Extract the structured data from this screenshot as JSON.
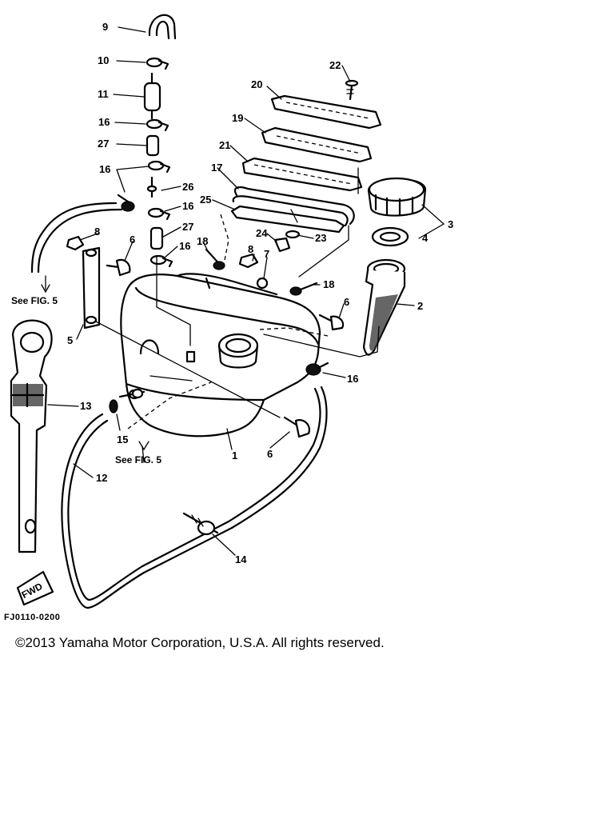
{
  "drawing_code": "FJ0110-0200",
  "copyright": "©2013 Yamaha Motor Corporation, U.S.A. All rights reserved.",
  "callouts": {
    "p1": "1",
    "p2": "2",
    "p3": "3",
    "p4": "4",
    "p5": "5",
    "p6a": "6",
    "p6b": "6",
    "p6c": "6",
    "p7": "7",
    "p8a": "8",
    "p8b": "8",
    "p9": "9",
    "p10": "10",
    "p11": "11",
    "p12": "12",
    "p13": "13",
    "p14": "14",
    "p15": "15",
    "p16a": "16",
    "p16b": "16",
    "p16c": "16",
    "p16d": "16",
    "p16e": "16",
    "p17": "17",
    "p18a": "18",
    "p18b": "18",
    "p19": "19",
    "p20": "20",
    "p21": "21",
    "p22": "22",
    "p23": "23",
    "p24": "24",
    "p25": "25",
    "p26": "26",
    "p27a": "27",
    "p27b": "27"
  },
  "references": {
    "see_fig_left": "See FIG. 5",
    "see_fig_bottom": "See FIG. 5"
  },
  "fwd_marker": "FWD"
}
